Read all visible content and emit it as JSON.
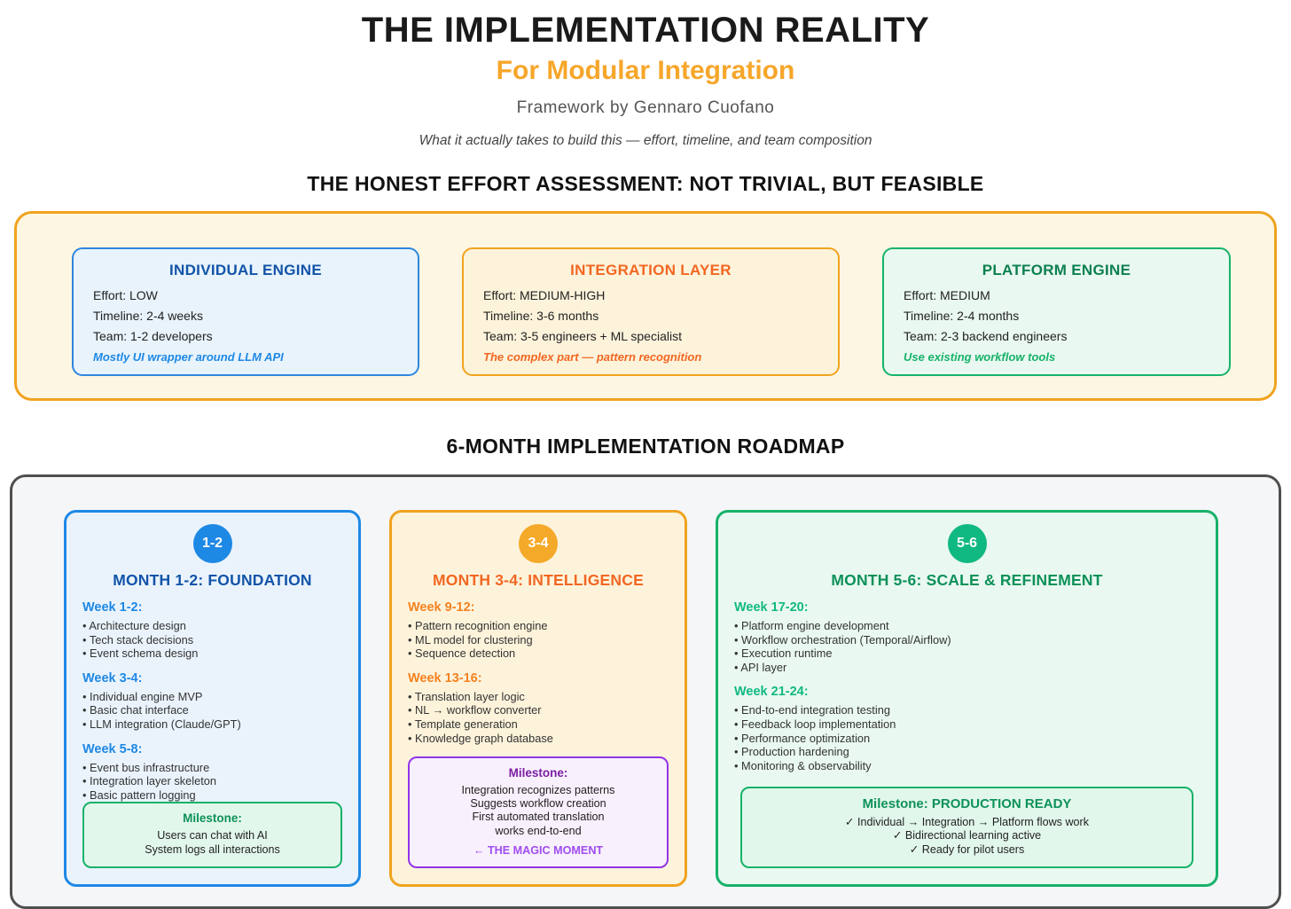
{
  "header": {
    "title": "THE IMPLEMENTATION REALITY",
    "subtitle": "For Modular Integration",
    "byline": "Framework by Gennaro Cuofano",
    "tagline": "What it actually takes to build this — effort, timeline, and team composition"
  },
  "effort": {
    "heading": "THE HONEST EFFORT ASSESSMENT: NOT TRIVIAL, BUT FEASIBLE",
    "cards": [
      {
        "title": "INDIVIDUAL ENGINE",
        "effort": "Effort: LOW",
        "timeline": "Timeline: 2-4 weeks",
        "team": "Team: 1-2 developers",
        "note": "Mostly UI wrapper around LLM API",
        "accent": "#2e86de"
      },
      {
        "title": "INTEGRATION LAYER",
        "effort": "Effort: MEDIUM-HIGH",
        "timeline": "Timeline: 3-6 months",
        "team": "Team: 3-5 engineers + ML specialist",
        "note": "The complex part — pattern recognition",
        "accent": "#f0a31f"
      },
      {
        "title": "PLATFORM ENGINE",
        "effort": "Effort: MEDIUM",
        "timeline": "Timeline: 2-4 months",
        "team": "Team: 2-3 backend engineers",
        "note": "Use existing workflow tools",
        "accent": "#17b26a"
      }
    ]
  },
  "roadmap": {
    "heading": "6-MONTH IMPLEMENTATION ROADMAP",
    "cards": [
      {
        "badge": "1-2",
        "title": "MONTH 1-2: FOUNDATION",
        "accent": "#1e88e5",
        "weeks": [
          {
            "label": "Week 1-2:",
            "items": [
              "Architecture design",
              "Tech stack decisions",
              "Event schema design"
            ]
          },
          {
            "label": "Week 3-4:",
            "items": [
              "Individual engine MVP",
              "Basic chat interface",
              "LLM integration (Claude/GPT)"
            ]
          },
          {
            "label": "Week 5-8:",
            "items": [
              "Event bus infrastructure",
              "Integration layer skeleton",
              "Basic pattern logging"
            ]
          }
        ],
        "milestone": {
          "title": "Milestone:",
          "lines": [
            "Users can chat with AI",
            "System logs all interactions"
          ]
        }
      },
      {
        "badge": "3-4",
        "title": "MONTH 3-4: INTELLIGENCE",
        "accent": "#f5a929",
        "weeks": [
          {
            "label": "Week 9-12:",
            "items": [
              "Pattern recognition engine",
              "ML model for clustering",
              "Sequence detection"
            ]
          },
          {
            "label": "Week 13-16:",
            "items": [
              "Translation layer logic",
              "NL → workflow converter",
              "Template generation",
              "Knowledge graph database"
            ]
          }
        ],
        "milestone": {
          "title": "Milestone:",
          "lines": [
            "Integration recognizes patterns",
            "Suggests workflow creation",
            "First automated translation",
            "works end-to-end"
          ],
          "highlight": "← THE MAGIC MOMENT"
        }
      },
      {
        "badge": "5-6",
        "title": "MONTH 5-6: SCALE & REFINEMENT",
        "accent": "#10b981",
        "weeks": [
          {
            "label": "Week 17-20:",
            "items": [
              "Platform engine development",
              "Workflow orchestration (Temporal/Airflow)",
              "Execution runtime",
              "API layer"
            ]
          },
          {
            "label": "Week 21-24:",
            "items": [
              "End-to-end integration testing",
              "Feedback loop implementation",
              "Performance optimization",
              "Production hardening",
              "Monitoring & observability"
            ]
          }
        ],
        "milestone": {
          "title": "Milestone: PRODUCTION READY",
          "lines": [
            "✓ Individual → Integration → Platform flows work",
            "✓ Bidirectional learning active",
            "✓ Ready for pilot users"
          ]
        }
      }
    ]
  },
  "colors": {
    "accent_amber": "#f0a31f",
    "accent_orange": "#f26722",
    "accent_blue": "#1e88e5",
    "accent_blue_dark": "#1254a8",
    "accent_green": "#10b981",
    "accent_green_dark": "#0d9159",
    "accent_purple": "#9333ea",
    "panel_border_gray": "#4f4f4f"
  }
}
